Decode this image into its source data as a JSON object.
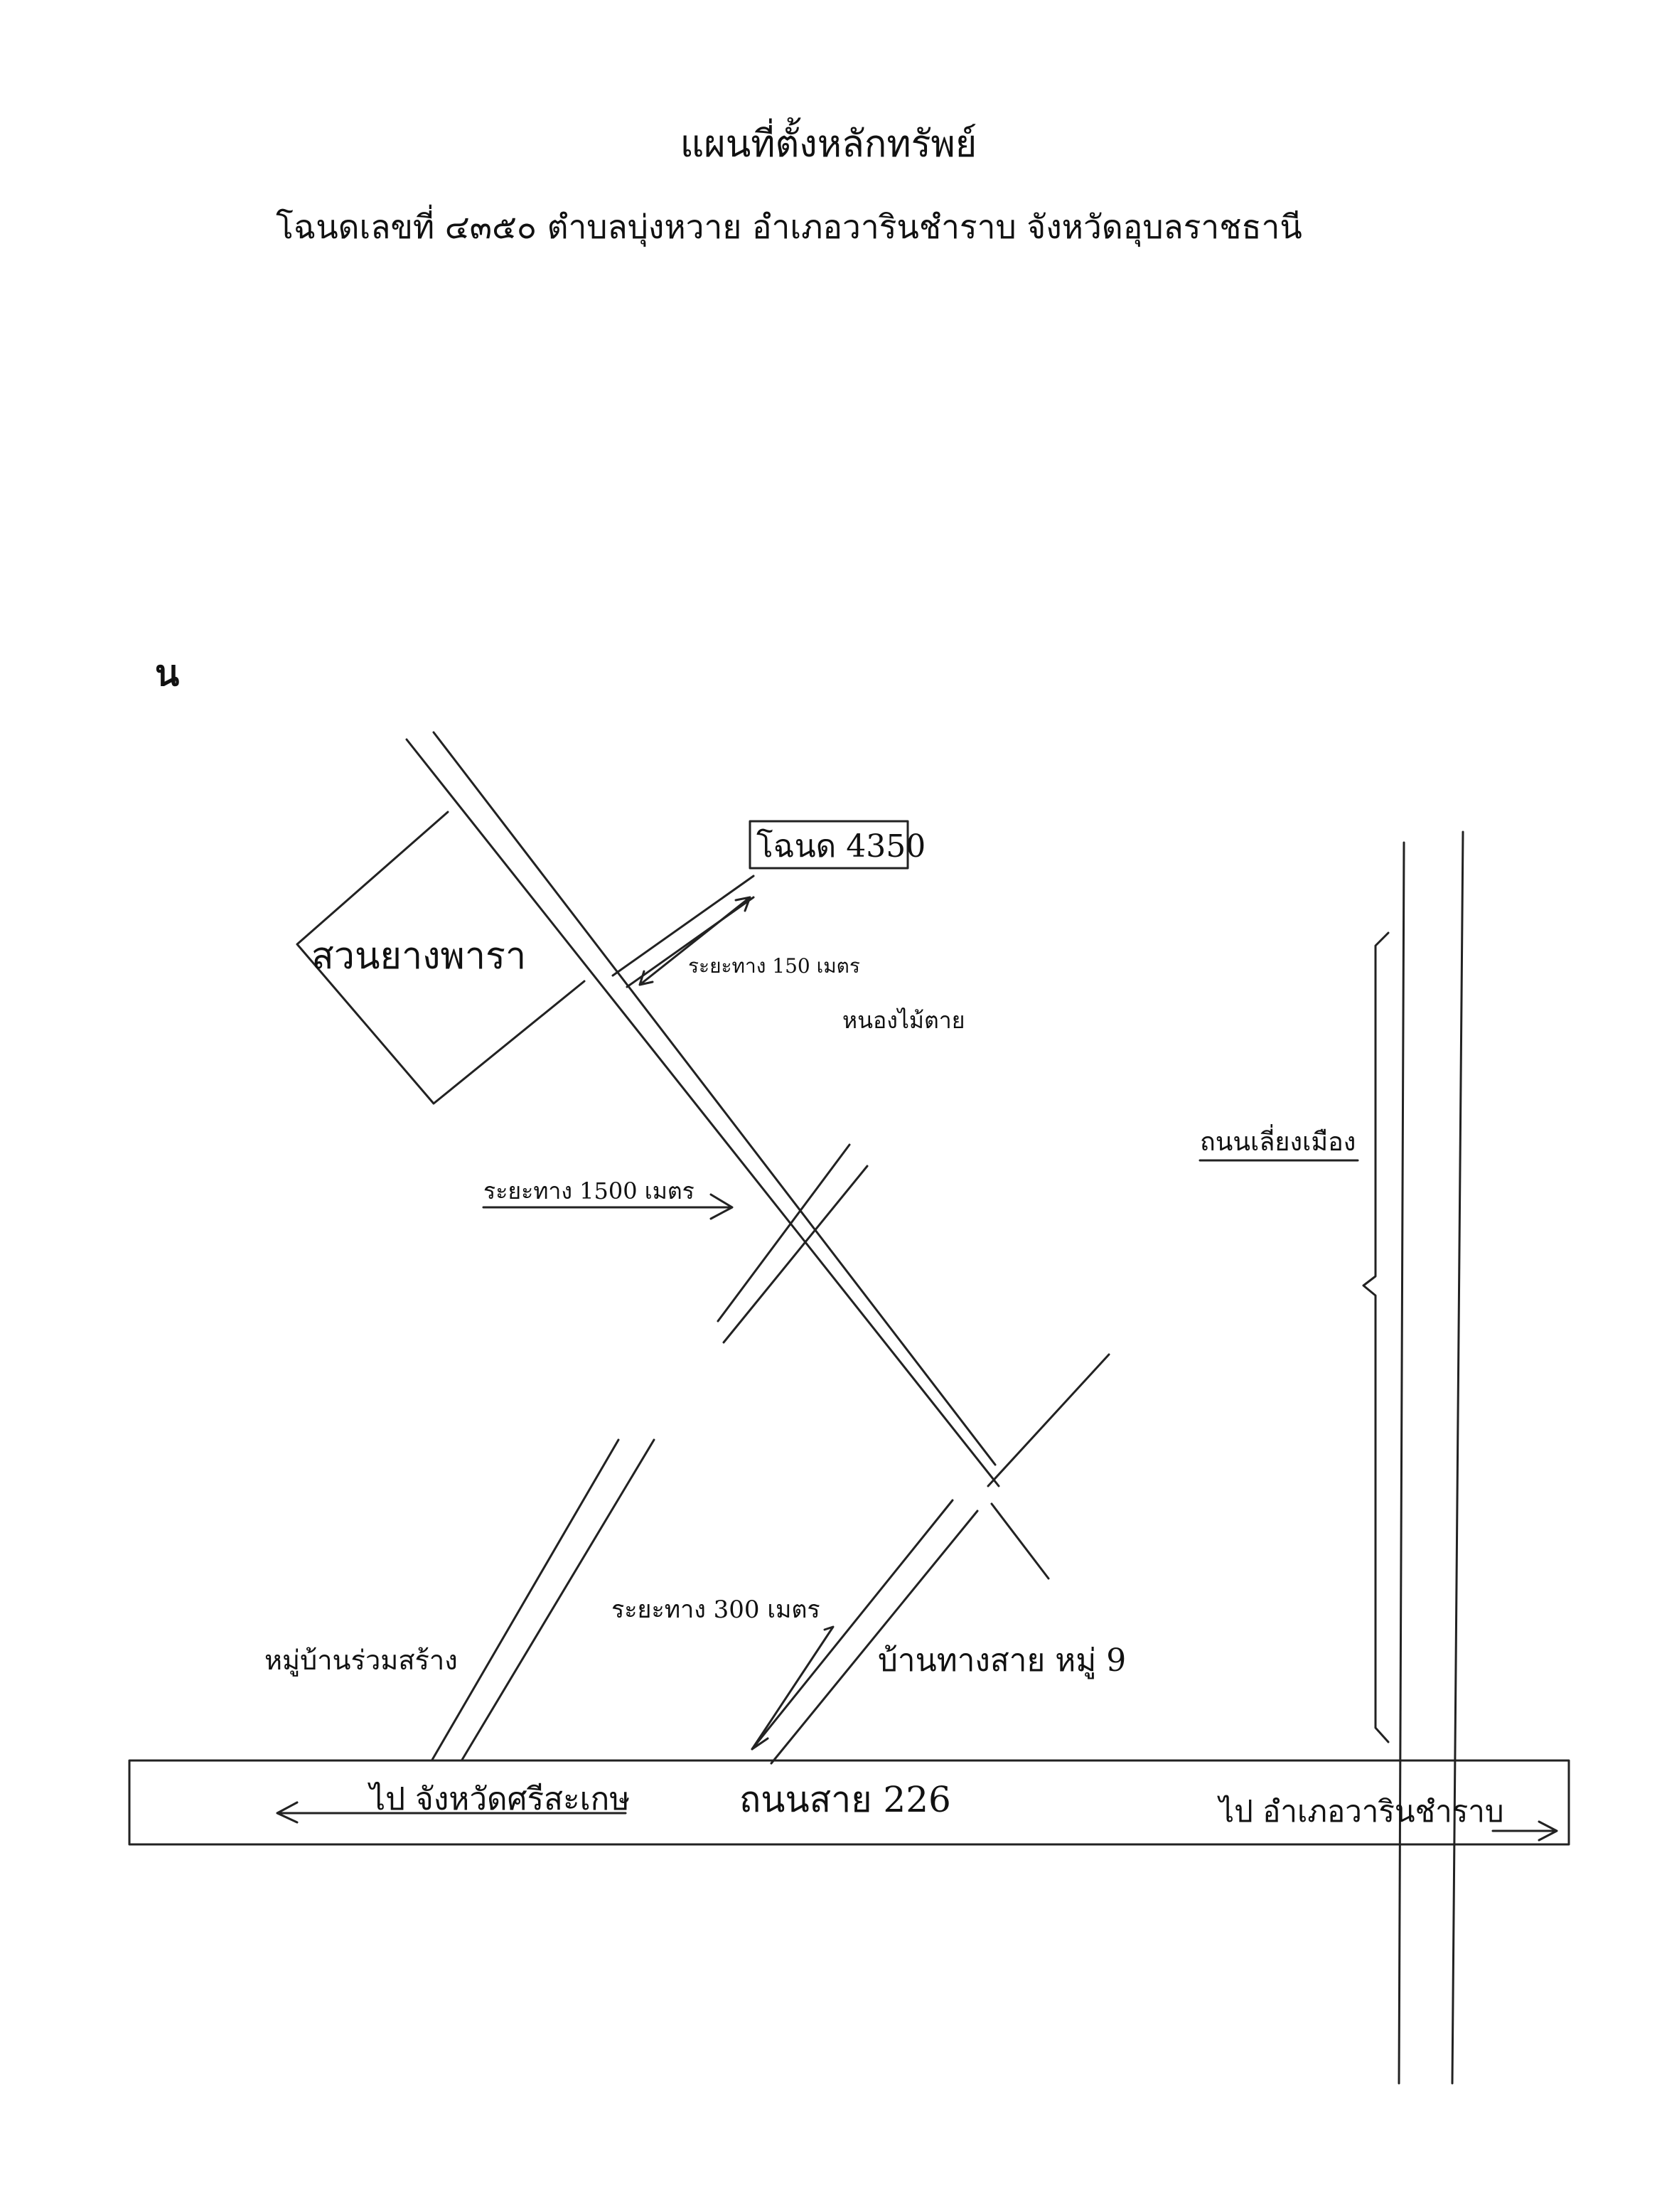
{
  "header": {
    "title": "แผนที่ตั้งหลักทรัพย์",
    "subtitle": "โฉนดเลขที่ ๔๓๕๐ ตำบลบุ่งหวาย อำเภอวารินชำราบ จังหวัดอุบลราชธานี"
  },
  "map": {
    "north_marker": "น",
    "labels": {
      "deed": "โฉนด 4350",
      "rubber_plantation": "สวนยางพารา",
      "distance_150": "ระยะทาง 150 เมตร",
      "nong_mai_tai": "หนองไม้ตาย",
      "bypass_road": "ถนนเลี่ยงเมือง",
      "distance_1500": "ระยะทาง 1500 เมตร",
      "distance_300": "ระยะทาง 300 เมตร",
      "ban_ruam_sang": "หมู่บ้านร่วมสร้าง",
      "ban_thang_sai": "บ้านทางสาย หมู่ 9",
      "to_sisaket": "ไป จังหวัดศรีสะเกษ",
      "highway_226": "ถนนสาย 226",
      "to_warin": "ไป อำเภอวารินชำราบ"
    }
  }
}
